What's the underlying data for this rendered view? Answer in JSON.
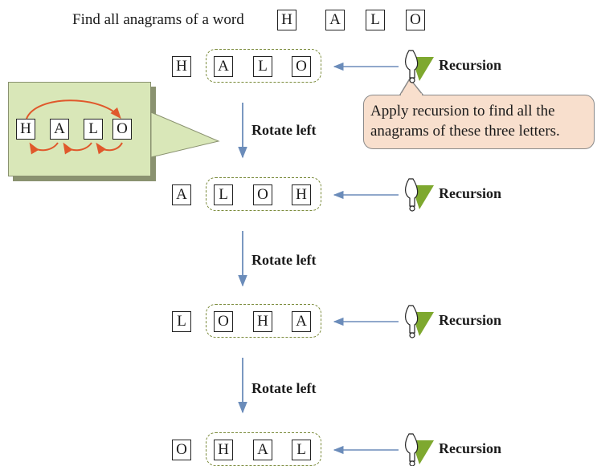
{
  "title": "Find all anagrams of a word",
  "word_letters": [
    "H",
    "A",
    "L",
    "O"
  ],
  "callout_text": [
    "Apply recursion to find all the",
    "anagrams of these three letters."
  ],
  "rows": [
    {
      "letters": [
        "H",
        "A",
        "L",
        "O"
      ],
      "recursion_label": "Recursion"
    },
    {
      "letters": [
        "A",
        "L",
        "O",
        "H"
      ],
      "recursion_label": "Recursion"
    },
    {
      "letters": [
        "L",
        "O",
        "H",
        "A"
      ],
      "recursion_label": "Recursion"
    },
    {
      "letters": [
        "O",
        "H",
        "A",
        "L"
      ],
      "recursion_label": "Recursion"
    }
  ],
  "rotate_labels": [
    "Rotate left",
    "Rotate left",
    "Rotate left"
  ],
  "inset_letters": [
    "H",
    "A",
    "L",
    "O"
  ],
  "colors": {
    "arrow_blue": "#6b8cba",
    "dashed_olive": "#7a8a3a",
    "callout_fill": "#f8dfcd",
    "panel_fill": "#d9e7b8",
    "curve_red": "#e0582b",
    "bulb_green": "#7ea82f"
  }
}
